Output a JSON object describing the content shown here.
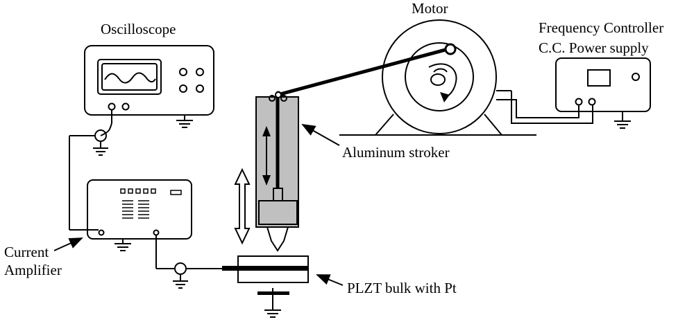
{
  "labels": {
    "oscilloscope": "Oscilloscope",
    "motor": "Motor",
    "freq_controller_line1": "Frequency Controller",
    "freq_controller_line2": "C.C. Power supply",
    "aluminum_stroker": "Aluminum stroker",
    "current_amplifier_line1": "Current",
    "current_amplifier_line2": "Amplifier",
    "plzt": "PLZT bulk with Pt"
  },
  "colors": {
    "line": "#000000",
    "background": "#ffffff",
    "stroker_fill": "#c0c0c0"
  }
}
